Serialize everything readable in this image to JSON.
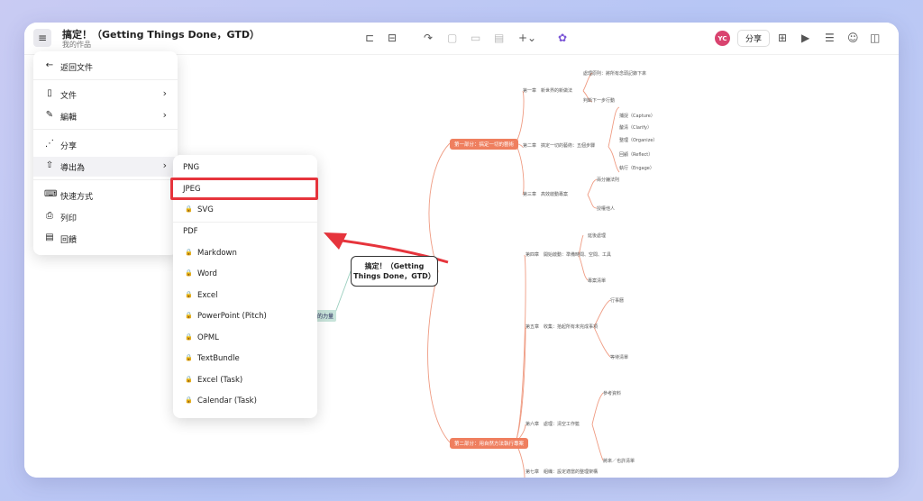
{
  "topbar": {
    "title": "搞定！（Getting Things Done，GTD）",
    "subtitle": "我的作品",
    "menu_icon": "≡",
    "avatar": "YC",
    "share": "分享"
  },
  "main_menu": [
    {
      "icon": "←",
      "label": "返回文件"
    },
    {
      "icon": "▯",
      "label": "文件",
      "chevron": "›"
    },
    {
      "icon": "✎",
      "label": "編輯",
      "chevron": "›"
    },
    {
      "icon": "⋰",
      "label": "分享"
    },
    {
      "icon": "⇧",
      "label": "導出為",
      "chevron": "›"
    },
    {
      "icon": "⌨",
      "label": "快速方式"
    },
    {
      "icon": "⎙",
      "label": "列印"
    },
    {
      "icon": "▤",
      "label": "回饋"
    }
  ],
  "export_menu": [
    {
      "label": "PNG",
      "locked": false
    },
    {
      "label": "JPEG",
      "locked": false
    },
    {
      "label": "SVG",
      "locked": true
    },
    {
      "label": "PDF",
      "locked": false
    },
    {
      "label": "Markdown",
      "locked": true
    },
    {
      "label": "Word",
      "locked": true
    },
    {
      "label": "Excel",
      "locked": true
    },
    {
      "label": "PowerPoint (Pitch)",
      "locked": true
    },
    {
      "label": "OPML",
      "locked": true
    },
    {
      "label": "TextBundle",
      "locked": true
    },
    {
      "label": "Excel (Task)",
      "locked": true
    },
    {
      "label": "Calendar (Task)",
      "locked": true
    }
  ],
  "lock_icon": "🔒",
  "mindmap": {
    "root": "搞定！（Getting Things Done，GTD）",
    "left_node": "的力量",
    "branches": [
      "第一部分：搞定一切的藝術",
      "第二部分：用自然方法執行專案"
    ],
    "sub_nodes": [
      "第一章　新世界的新做法",
      "第二章　搞定一切的藝術：五個步驟",
      "第三章　高效啟動專案",
      "第四章　開始啟動：準備時間、空間、工具",
      "第五章　收集：拾起所有未完成事項",
      "第六章　處理：清空工作籃",
      "第七章　組織：設定適當的整理架構"
    ],
    "steps": [
      "捕捉（Capture）",
      "釐清（Clarify）",
      "整理（Organize）",
      "回顧（Reflect）",
      "執行（Engage）"
    ],
    "leaf_texts": [
      "處理原則：將所有念頭記錄下來",
      "判斷下一步行動",
      "兩分鐘法則",
      "授權他人",
      "延後處理",
      "專案清單",
      "行事曆",
      "等待清單",
      "參考資料",
      "將來／也許清單"
    ]
  },
  "colors": {
    "branch": "#ef7f5f",
    "highlight": "#e6343c",
    "arrow": "#e6343c",
    "lock": "#e1456a"
  }
}
